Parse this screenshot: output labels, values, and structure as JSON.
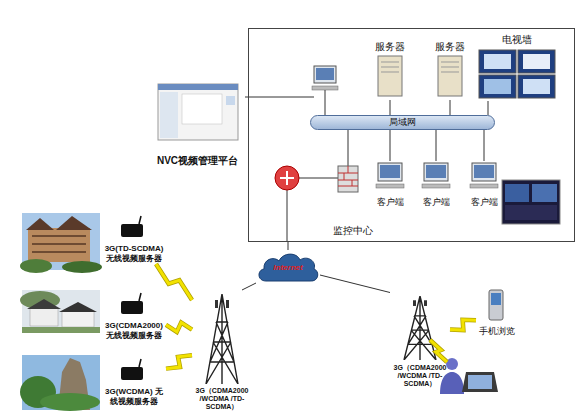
{
  "diagram": {
    "nodes": [
      {
        "text": [
          "监控中心"
        ]
      },
      {
        "text": [
          "服务器"
        ],
        "in": 0
      },
      {
        "text": [
          "服务器"
        ],
        "in": 0
      },
      {
        "text": [
          "电视墙"
        ],
        "in": 0
      },
      {
        "text": [
          "局域网"
        ],
        "in": 0
      },
      {
        "text": [
          "客户端"
        ],
        "in": 0
      },
      {
        "text": [
          "客户端"
        ],
        "in": 0
      },
      {
        "text": [
          "客户端"
        ],
        "in": 0
      },
      {
        "text": [
          "NVC视频管理平台"
        ]
      },
      {
        "text": [
          "Internet"
        ]
      },
      {
        "text": [
          "3G(TD-SCDMA) 无线视频服务器"
        ]
      },
      {
        "text": [
          "3G(CDMA2000) 无线视频服务器"
        ]
      },
      {
        "text": [
          "3G(WCDMA) 无线视频服务器"
        ]
      },
      {
        "text": [
          "3G（CDMA2000 /WCDMA /TD-SCDMA）"
        ]
      },
      {
        "text": [
          "3G（CDMA2000 /WCDMA /TD-SCDMA）"
        ]
      },
      {
        "text": [
          "手机浏览"
        ]
      }
    ],
    "edges": [
      {
        "from": 9,
        "to": 0,
        "arrow": "none"
      },
      {
        "from": 1,
        "to": 4,
        "arrow": "none"
      },
      {
        "from": 2,
        "to": 4,
        "arrow": "none"
      },
      {
        "from": 3,
        "to": 4,
        "arrow": "none"
      },
      {
        "from": 4,
        "to": 5,
        "arrow": "none"
      },
      {
        "from": 4,
        "to": 6,
        "arrow": "none"
      },
      {
        "from": 4,
        "to": 7,
        "arrow": "none"
      },
      {
        "from": 10,
        "to": 13,
        "arrow": "none"
      },
      {
        "from": 11,
        "to": 13,
        "arrow": "none"
      },
      {
        "from": 12,
        "to": 13,
        "arrow": "none"
      },
      {
        "from": 13,
        "to": 9,
        "arrow": "none"
      },
      {
        "from": 9,
        "to": 14,
        "arrow": "none"
      },
      {
        "from": 14,
        "to": 15,
        "arrow": "none"
      }
    ]
  }
}
